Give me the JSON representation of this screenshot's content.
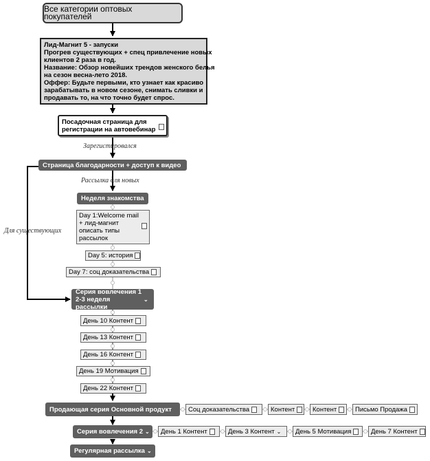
{
  "nodes": {
    "root": "Все категории оптовых покупателей",
    "info": {
      "lines": [
        "Лид-Магнит 5 - запуски",
        "Прогрев существующих + спец привлечение новых",
        "клиентов 2 раза в год.",
        "Название: Обзор новейших трендов женского белья",
        "на сезон весна-лето 2018.",
        "Оффер: Будьте первыми, кто узнает как красиво",
        "зарабатывать в новом сезоне, снимать сливки и",
        "продавать то, на что точно будет спрос."
      ]
    },
    "landing": "Посадочная страница для регистрации на автовебинар",
    "thanks": "Страница благодарности + доступ к видео",
    "week": "Неделя знакомства",
    "day1": "Day 1:Welcome mail + лид-магнит описать типы рассылок",
    "day5": "Day 5: история",
    "day7": "Day 7: соц доказательства",
    "series1": "Серия вовлечения 1 2-3 неделя рассылки",
    "d10": "День 10 Контент",
    "d13": "День 13 Контент",
    "d16": "День 16 Контент",
    "d19": "День 19 Мотивация",
    "d22": "День 22 Контент",
    "selling": "Продающая серия Основной продукт",
    "social": "Соц доказательства",
    "content1": "Контент",
    "content2": "Контент",
    "sale_letter": "Письмо Продажа",
    "series2": "Серия вовлечения 2",
    "s2d1": "День 1 Контент",
    "s2d3": "День 3 Контент",
    "s2d5": "День 5 Мотивация",
    "s2d7": "День 7 Контент",
    "regular": "Регулярная рассылка"
  },
  "labels": {
    "registered": "Зарегистировался",
    "newcomers": "Рассылка для новых",
    "existing": "Для существующих"
  },
  "colors": {
    "dark_node": "#5f5f5f",
    "light_node": "#ececec",
    "top_node": "#d9d9d9",
    "connector_light": "#bbbbbb",
    "connector_dark": "#000000"
  }
}
